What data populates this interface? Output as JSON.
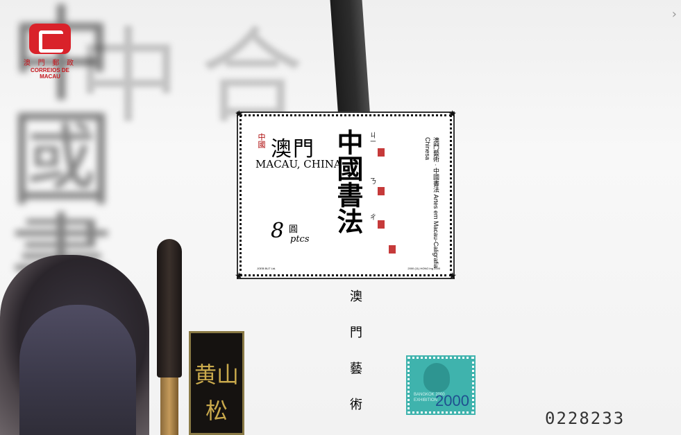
{
  "sheet": {
    "logo": {
      "line1": "澳 門 郵 政",
      "line2": "CORREIOS DE MACAU"
    },
    "bg_left_chars": "中 合",
    "bg_right_chars": "中國書法",
    "stamp": {
      "country_zh_small": "中國",
      "country_zh": "澳門",
      "country_en": "MACAU, CHINA",
      "title_zh": "中國書法",
      "value": "8",
      "value_zh": "圓",
      "currency": "ptcs",
      "caption_zh": "澳門藝術 · 中國書法",
      "caption_pt": "Artes em Macau-Caligrafia Chinesa",
      "printer": "JOEB BUT Ltd.",
      "print_code": "2000 (11) HONG Ing 2000"
    },
    "vertical_title": "澳門藝術",
    "inkstick_text": "黄山松",
    "expo": {
      "text1": "BANGKOK 2000",
      "text2": "EXHIBITION",
      "year": "2000"
    },
    "serial": "0228233",
    "nav_arrow": "›"
  }
}
